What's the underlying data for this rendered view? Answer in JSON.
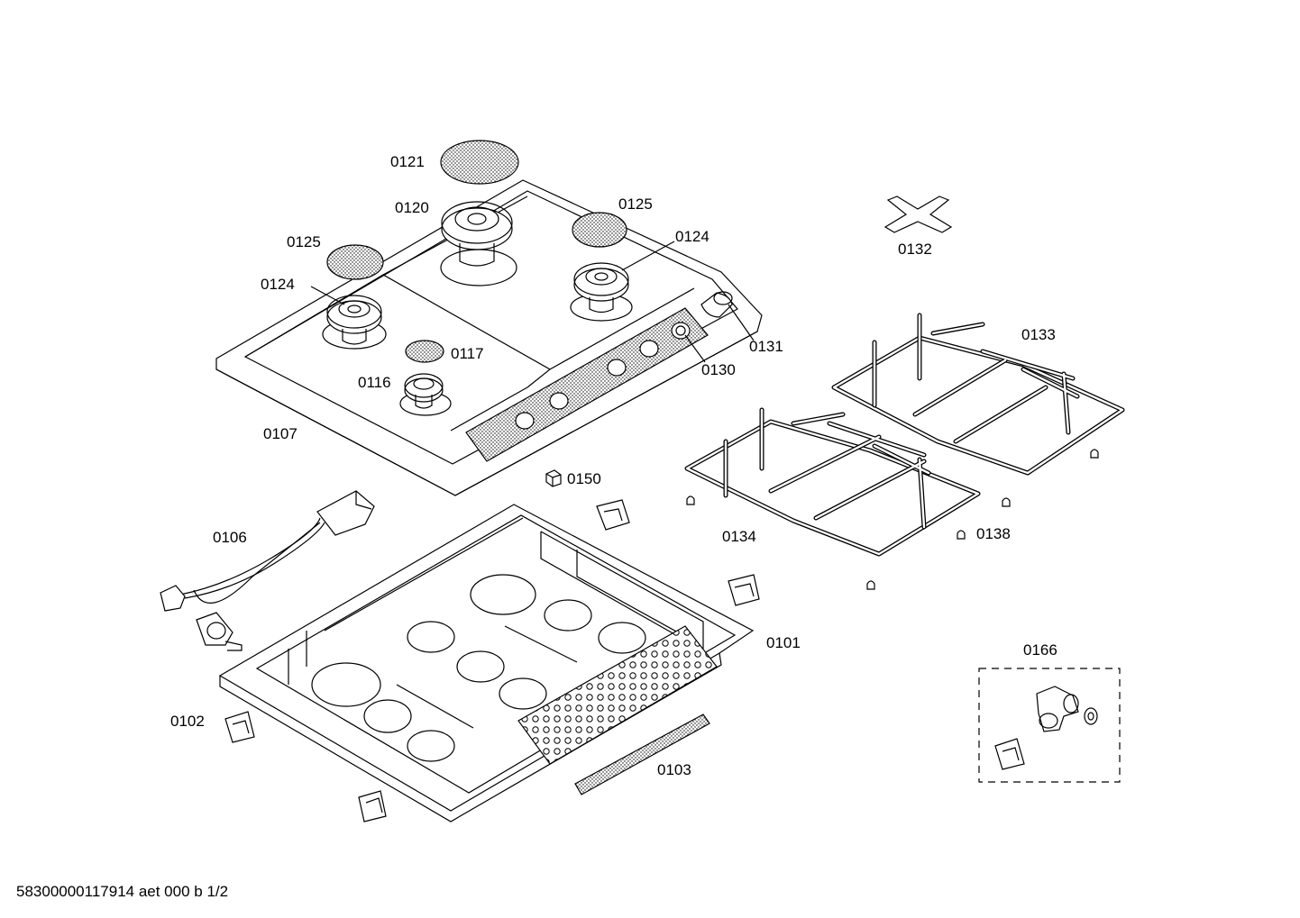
{
  "labels": {
    "p0121": "0121",
    "p0120": "0120",
    "p0125a": "0125",
    "p0125b": "0125",
    "p0124a": "0124",
    "p0124b": "0124",
    "p0117": "0117",
    "p0116": "0116",
    "p0130": "0130",
    "p0131": "0131",
    "p0107": "0107",
    "p0132": "0132",
    "p0133": "0133",
    "p0134": "0134",
    "p0138": "0138",
    "p0150": "0150",
    "p0106": "0106",
    "p0101": "0101",
    "p0102": "0102",
    "p0103": "0103",
    "p0166": "0166"
  },
  "footer": "58300000117914 aet 000 b 1/2"
}
